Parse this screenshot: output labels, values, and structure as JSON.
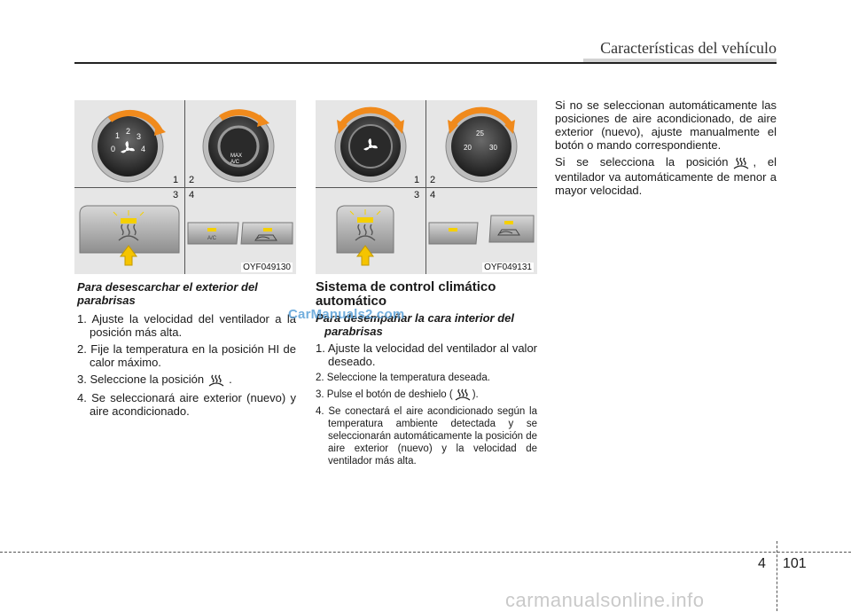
{
  "header": {
    "title": "Características del vehículo"
  },
  "figures": [
    {
      "labels": {
        "q1": "1",
        "q2": "2",
        "q3": "3",
        "q4": "4"
      },
      "code": "OYF049130",
      "dial_left": {
        "marks": [
          "0",
          "1",
          "2",
          "3",
          "4"
        ]
      },
      "dial_right": {
        "text_line1": "MAX",
        "text_line2": "A/C"
      },
      "button_ac": "A/C"
    },
    {
      "labels": {
        "q1": "1",
        "q2": "2",
        "q3": "3",
        "q4": "4"
      },
      "code": "OYF049131",
      "dial_right": {
        "marks": [
          "20",
          "25",
          "30"
        ]
      }
    }
  ],
  "col1": {
    "heading": "Para desescarchar el exterior del parabrisas",
    "items": [
      "1. Ajuste la velocidad del ventilador a la posición más alta.",
      "2. Fije la temperatura en la posición HI de calor máximo.",
      "3. Seleccione la posición",
      "4. Se seleccionará aire exterior (nuevo) y aire acondicionado."
    ],
    "item3_suffix": "."
  },
  "col2": {
    "heading": "Sistema de control climático automático",
    "subheading": "Para desempañar la cara interior del parabrisas",
    "item1": "1. Ajuste la velocidad del ventilador al valor deseado.",
    "item2": "2. Seleccione la temperatura deseada.",
    "item3_prefix": "3. Pulse el botón de deshielo (",
    "item3_suffix": ").",
    "item4": "4. Se conectará el aire acondicionado según la temperatura ambiente detectada y se seleccionarán automáticamente la posición de aire exterior (nuevo) y la velocidad de ventilador más alta."
  },
  "col3": {
    "para1": "Si no se seleccionan automáticamente las posiciones de aire acondicionado, de aire exterior (nuevo), ajuste manualmente el botón o mando correspondiente.",
    "para2_prefix": "Si se selecciona la posición",
    "para2_suffix": ", el ventilador va automáticamente de menor a mayor velocidad."
  },
  "footer": {
    "chapter": "4",
    "page": "101"
  },
  "watermark": {
    "top": "CarManuals2.com",
    "bottom": "carmanualsonline.info"
  },
  "colors": {
    "accent_orange": "#f08a1c",
    "arrow_yellow": "#f5c400",
    "figure_bg": "#e6e6e6"
  }
}
